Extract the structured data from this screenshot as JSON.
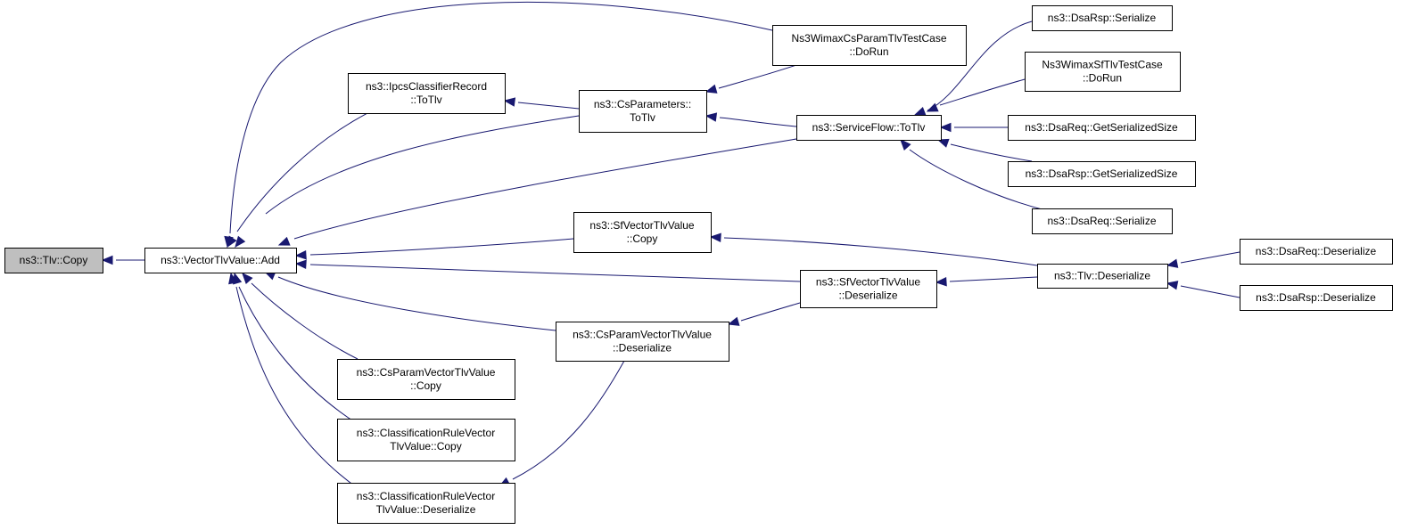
{
  "graph": {
    "edge_color": "#191970",
    "root_fill": "#bfbfbf",
    "nodes": [
      {
        "id": "tlv_copy",
        "lines": [
          "ns3::Tlv::Copy"
        ],
        "root": true
      },
      {
        "id": "vec_add",
        "lines": [
          "ns3::VectorTlvValue::Add"
        ]
      },
      {
        "id": "ipcs_totlv",
        "lines": [
          "ns3::IpcsClassifierRecord",
          "::ToTlv"
        ]
      },
      {
        "id": "csparams_totlv",
        "lines": [
          "ns3::CsParameters::",
          "ToTlv"
        ]
      },
      {
        "id": "wimax_cs_test",
        "lines": [
          "Ns3WimaxCsParamTlvTestCase",
          "::DoRun"
        ]
      },
      {
        "id": "sflow_totlv",
        "lines": [
          "ns3::ServiceFlow::ToTlv"
        ]
      },
      {
        "id": "dsarsp_ser",
        "lines": [
          "ns3::DsaRsp::Serialize"
        ]
      },
      {
        "id": "wimax_sf_test",
        "lines": [
          "Ns3WimaxSfTlvTestCase",
          "::DoRun"
        ]
      },
      {
        "id": "dsareq_gss",
        "lines": [
          "ns3::DsaReq::GetSerializedSize"
        ]
      },
      {
        "id": "dsarsp_gss",
        "lines": [
          "ns3::DsaRsp::GetSerializedSize"
        ]
      },
      {
        "id": "dsareq_ser",
        "lines": [
          "ns3::DsaReq::Serialize"
        ]
      },
      {
        "id": "sfvec_copy",
        "lines": [
          "ns3::SfVectorTlvValue",
          "::Copy"
        ]
      },
      {
        "id": "tlv_deser",
        "lines": [
          "ns3::Tlv::Deserialize"
        ]
      },
      {
        "id": "dsareq_deser",
        "lines": [
          "ns3::DsaReq::Deserialize"
        ]
      },
      {
        "id": "dsarsp_deser",
        "lines": [
          "ns3::DsaRsp::Deserialize"
        ]
      },
      {
        "id": "sfvec_deser",
        "lines": [
          "ns3::SfVectorTlvValue",
          "::Deserialize"
        ]
      },
      {
        "id": "csvec_deser",
        "lines": [
          "ns3::CsParamVectorTlvValue",
          "::Deserialize"
        ]
      },
      {
        "id": "csvec_copy",
        "lines": [
          "ns3::CsParamVectorTlvValue",
          "::Copy"
        ]
      },
      {
        "id": "crv_copy",
        "lines": [
          "ns3::ClassificationRuleVector",
          "TlvValue::Copy"
        ]
      },
      {
        "id": "crv_deser",
        "lines": [
          "ns3::ClassificationRuleVector",
          "TlvValue::Deserialize"
        ]
      }
    ],
    "edges": [
      {
        "from": "vec_add",
        "to": "tlv_copy"
      },
      {
        "from": "ipcs_totlv",
        "to": "vec_add"
      },
      {
        "from": "csparams_totlv",
        "to": "vec_add"
      },
      {
        "from": "wimax_cs_test",
        "to": "vec_add"
      },
      {
        "from": "sflow_totlv",
        "to": "vec_add"
      },
      {
        "from": "sfvec_copy",
        "to": "vec_add"
      },
      {
        "from": "sfvec_deser",
        "to": "vec_add"
      },
      {
        "from": "csvec_deser",
        "to": "vec_add"
      },
      {
        "from": "csvec_copy",
        "to": "vec_add"
      },
      {
        "from": "crv_copy",
        "to": "vec_add"
      },
      {
        "from": "crv_deser",
        "to": "vec_add"
      },
      {
        "from": "csparams_totlv",
        "to": "ipcs_totlv"
      },
      {
        "from": "wimax_cs_test",
        "to": "csparams_totlv"
      },
      {
        "from": "sflow_totlv",
        "to": "csparams_totlv"
      },
      {
        "from": "dsarsp_ser",
        "to": "sflow_totlv"
      },
      {
        "from": "wimax_sf_test",
        "to": "sflow_totlv"
      },
      {
        "from": "dsareq_gss",
        "to": "sflow_totlv"
      },
      {
        "from": "dsarsp_gss",
        "to": "sflow_totlv"
      },
      {
        "from": "dsareq_ser",
        "to": "sflow_totlv"
      },
      {
        "from": "tlv_deser",
        "to": "sfvec_copy"
      },
      {
        "from": "dsareq_deser",
        "to": "tlv_deser"
      },
      {
        "from": "dsarsp_deser",
        "to": "tlv_deser"
      },
      {
        "from": "tlv_deser",
        "to": "sfvec_deser"
      },
      {
        "from": "sfvec_deser",
        "to": "csvec_deser"
      },
      {
        "from": "csvec_deser",
        "to": "crv_deser"
      }
    ]
  }
}
